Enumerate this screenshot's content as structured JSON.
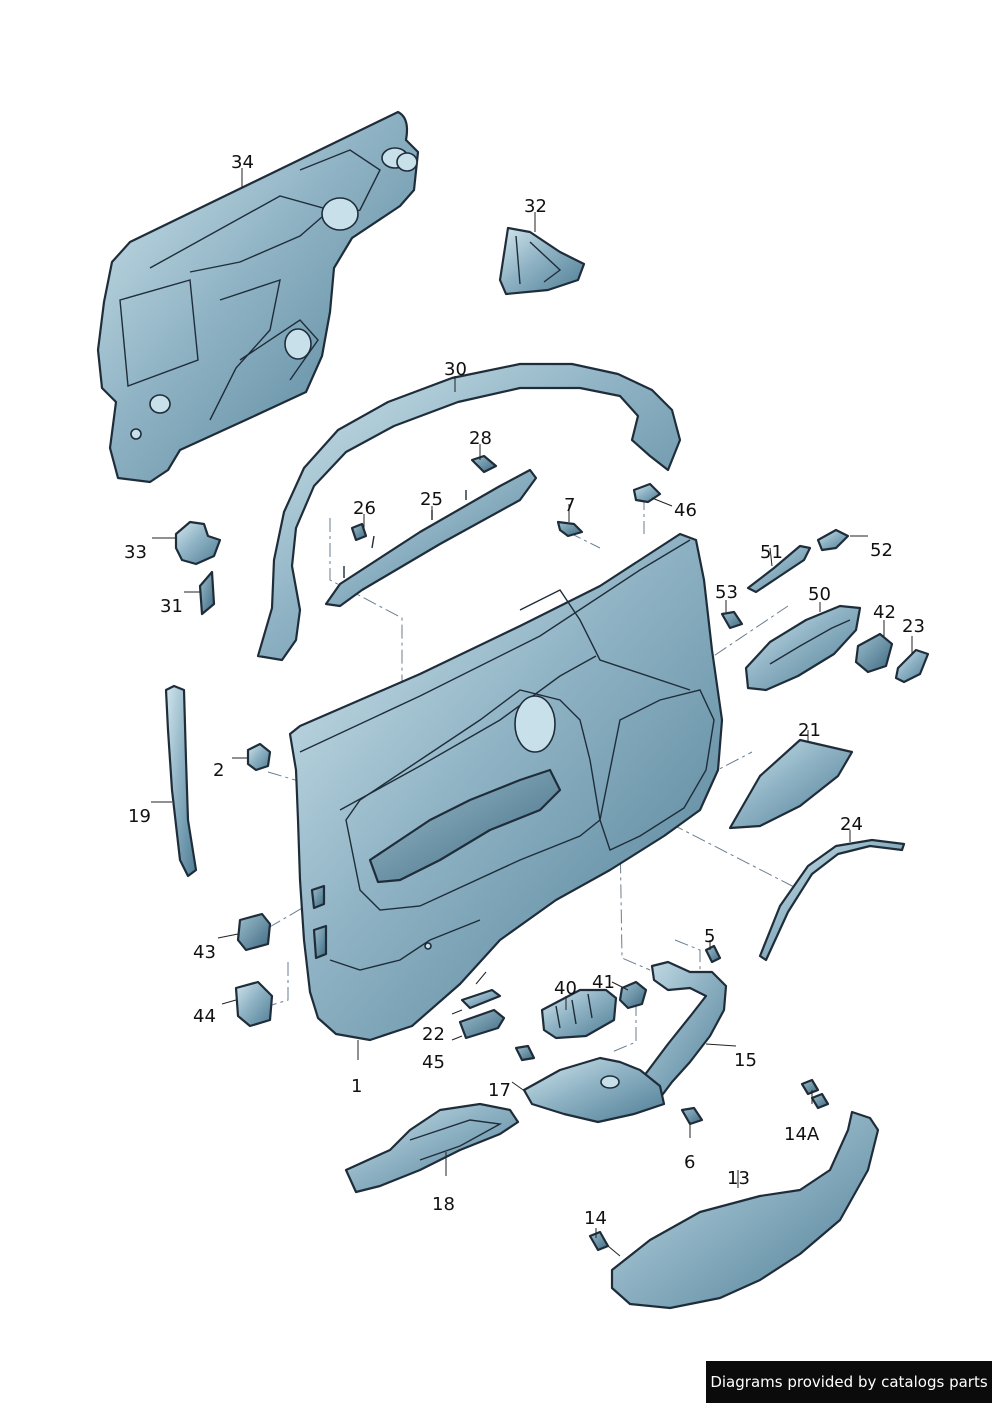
{
  "labels": {
    "p1": "1",
    "p2": "2",
    "p5": "5",
    "p6": "6",
    "p7": "7",
    "p13": "13",
    "p14": "14",
    "p14a": "14A",
    "p15": "15",
    "p17": "17",
    "p18": "18",
    "p19": "19",
    "p21": "21",
    "p22": "22",
    "p23": "23",
    "p24": "24",
    "p25": "25",
    "p26": "26",
    "p28": "28",
    "p30": "30",
    "p31": "31",
    "p32": "32",
    "p33": "33",
    "p34": "34",
    "p40": "40",
    "p41": "41",
    "p42": "42",
    "p43": "43",
    "p44": "44",
    "p45": "45",
    "p46": "46",
    "p50": "50",
    "p51": "51",
    "p52": "52",
    "p53": "53"
  },
  "credit": "Diagrams provided by catalogs parts",
  "colors": {
    "part_light": "#a9c6d3",
    "part_dark": "#4d7a92",
    "outline": "#1f2d3a",
    "background": "#ffffff"
  }
}
